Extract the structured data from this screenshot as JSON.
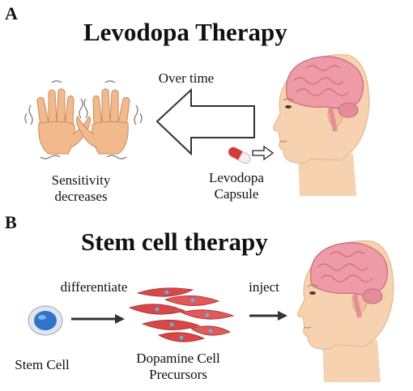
{
  "panel_a": {
    "letter": "A",
    "title": "Levodopa Therapy",
    "over_time_label": "Over time",
    "hands_caption_line1": "Sensitivity",
    "hands_caption_line2": "decreases",
    "capsule_caption_line1": "Levodopa",
    "capsule_caption_line2": "Capsule"
  },
  "panel_b": {
    "letter": "B",
    "title": "Stem cell therapy",
    "differentiate_label": "differentiate",
    "inject_label": "inject",
    "stem_cell_caption": "Stem Cell",
    "precursor_caption_line1": "Dopamine Cell",
    "precursor_caption_line2": "Precursors"
  },
  "colors": {
    "skin": "#f7d2b0",
    "brain": "#ef9aa7",
    "arrow": "#333333",
    "capsule_red": "#d63a3a",
    "cell_red": "#d94848",
    "stem_cell_blue": "#2f74c9"
  },
  "icons": [
    "tremor-hands",
    "hollow-left-arrow",
    "head-with-brain",
    "levodopa-capsule",
    "stem-cell",
    "precursor-cells"
  ]
}
